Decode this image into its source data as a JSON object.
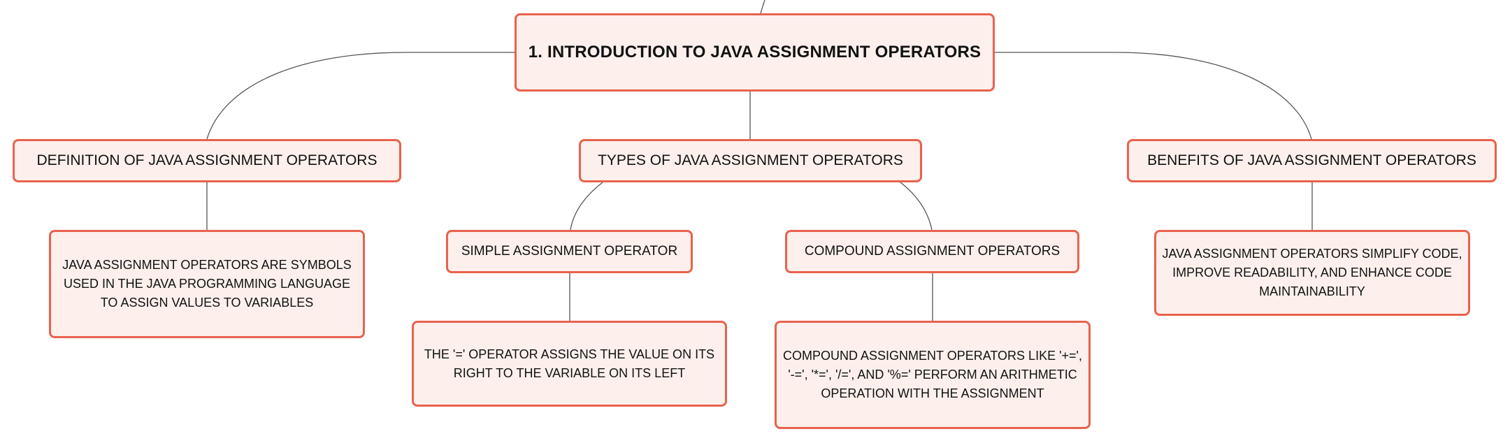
{
  "mindmap": {
    "root": {
      "label": "1. INTRODUCTION TO JAVA ASSIGNMENT OPERATORS"
    },
    "definition": {
      "label": "DEFINITION OF JAVA ASSIGNMENT OPERATORS",
      "detail": "JAVA ASSIGNMENT OPERATORS ARE SYMBOLS USED IN THE JAVA PROGRAMMING LANGUAGE TO ASSIGN VALUES TO VARIABLES"
    },
    "types": {
      "label": "TYPES OF JAVA ASSIGNMENT OPERATORS",
      "simple": {
        "label": "SIMPLE ASSIGNMENT OPERATOR",
        "detail": "THE '=' OPERATOR ASSIGNS THE VALUE ON ITS RIGHT TO THE VARIABLE ON ITS LEFT"
      },
      "compound": {
        "label": "COMPOUND ASSIGNMENT OPERATORS",
        "detail": "COMPOUND ASSIGNMENT OPERATORS LIKE '+=', '-=', '*=', '/=', AND '%=' PERFORM AN ARITHMETIC OPERATION WITH THE ASSIGNMENT"
      }
    },
    "benefits": {
      "label": "BENEFITS OF JAVA ASSIGNMENT OPERATORS",
      "detail": "JAVA ASSIGNMENT OPERATORS SIMPLIFY CODE, IMPROVE READABILITY, AND ENHANCE CODE MAINTAINABILITY"
    }
  },
  "colors": {
    "node_border": "#e8624e",
    "node_fill": "#fdf0ec",
    "connector": "#555555",
    "text": "#111111"
  }
}
